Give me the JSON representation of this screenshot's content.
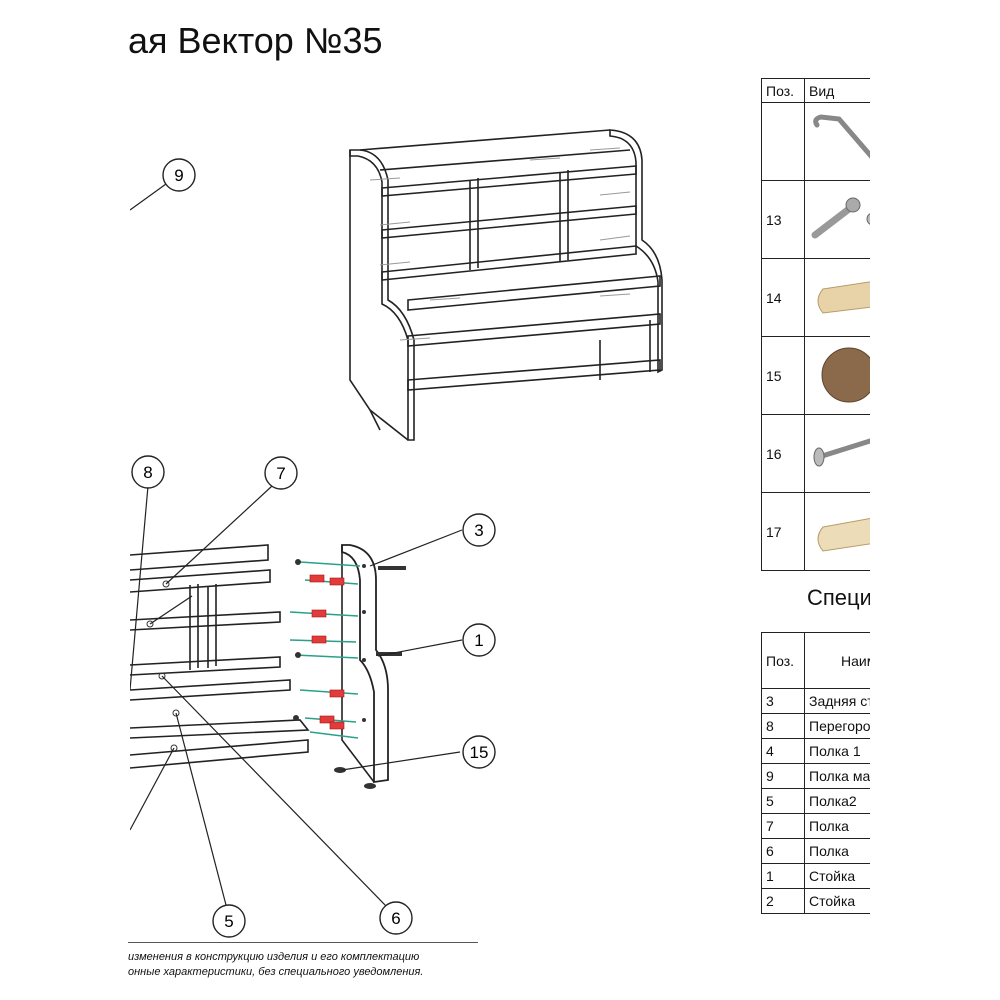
{
  "document": {
    "title": "ая Вектор №35",
    "disclaimer_line1": "изменения в конструкцию изделия и его комплектацию",
    "disclaimer_line2": "онные характеристики, без специального уведомления."
  },
  "callouts": [
    "9",
    "8",
    "7",
    "3",
    "1",
    "15",
    "5",
    "6"
  ],
  "parts_table": {
    "headers": {
      "pos": "Поз.",
      "view": "Вид"
    },
    "rows": [
      {
        "pos": "",
        "icon": "hex-key-icon"
      },
      {
        "pos": "13",
        "icon": "confirmat-screw-icon"
      },
      {
        "pos": "14",
        "icon": "wooden-dowel-icon"
      },
      {
        "pos": "15",
        "icon": "cap-plug-icon"
      },
      {
        "pos": "16",
        "icon": "screw-icon"
      },
      {
        "pos": "17",
        "icon": "wooden-dowel-icon"
      }
    ]
  },
  "spec": {
    "title": "Специ",
    "headers": {
      "pos": "Поз.",
      "name": "Наим"
    },
    "rows": [
      {
        "pos": "3",
        "name": "Задняя ст"
      },
      {
        "pos": "8",
        "name": "Перегород"
      },
      {
        "pos": "4",
        "name": "Полка 1"
      },
      {
        "pos": "9",
        "name": "Полка мал"
      },
      {
        "pos": "5",
        "name": "Полка2"
      },
      {
        "pos": "7",
        "name": "Полка"
      },
      {
        "pos": "6",
        "name": "Полка"
      },
      {
        "pos": "1",
        "name": "Стойка"
      },
      {
        "pos": "2",
        "name": "Стойка"
      }
    ]
  }
}
